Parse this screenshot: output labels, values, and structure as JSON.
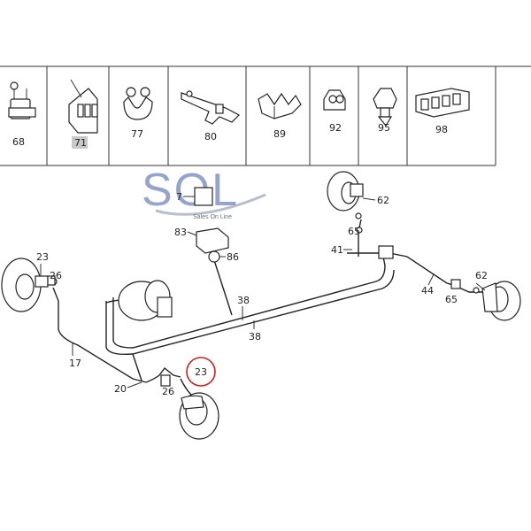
{
  "brand": {
    "logo_text": "SOL",
    "tagline": "Sales On Line",
    "colors": {
      "logo_blue": "#3c5aa8",
      "logo_grey": "#8a93a8",
      "highlight_circle": "#cc2020"
    }
  },
  "parts_strip": {
    "items": [
      {
        "label": "68",
        "icon": "double-clip-icon"
      },
      {
        "label": "71",
        "icon": "triple-clip-icon",
        "highlighted": true
      },
      {
        "label": "77",
        "icon": "pipe-clamp-icon"
      },
      {
        "label": "80",
        "icon": "mount-bracket-icon"
      },
      {
        "label": "89",
        "icon": "double-saddle-clip-icon"
      },
      {
        "label": "92",
        "icon": "single-clip-icon"
      },
      {
        "label": "95",
        "icon": "push-clip-icon"
      },
      {
        "label": "98",
        "icon": "multi-clip-icon"
      }
    ]
  },
  "diagram": {
    "callouts": [
      "7",
      "83",
      "86",
      "62",
      "65",
      "41",
      "62",
      "44",
      "65",
      "23",
      "26",
      "38",
      "38",
      "17",
      "20",
      "26",
      "23"
    ],
    "highlighted_callout": "23"
  }
}
